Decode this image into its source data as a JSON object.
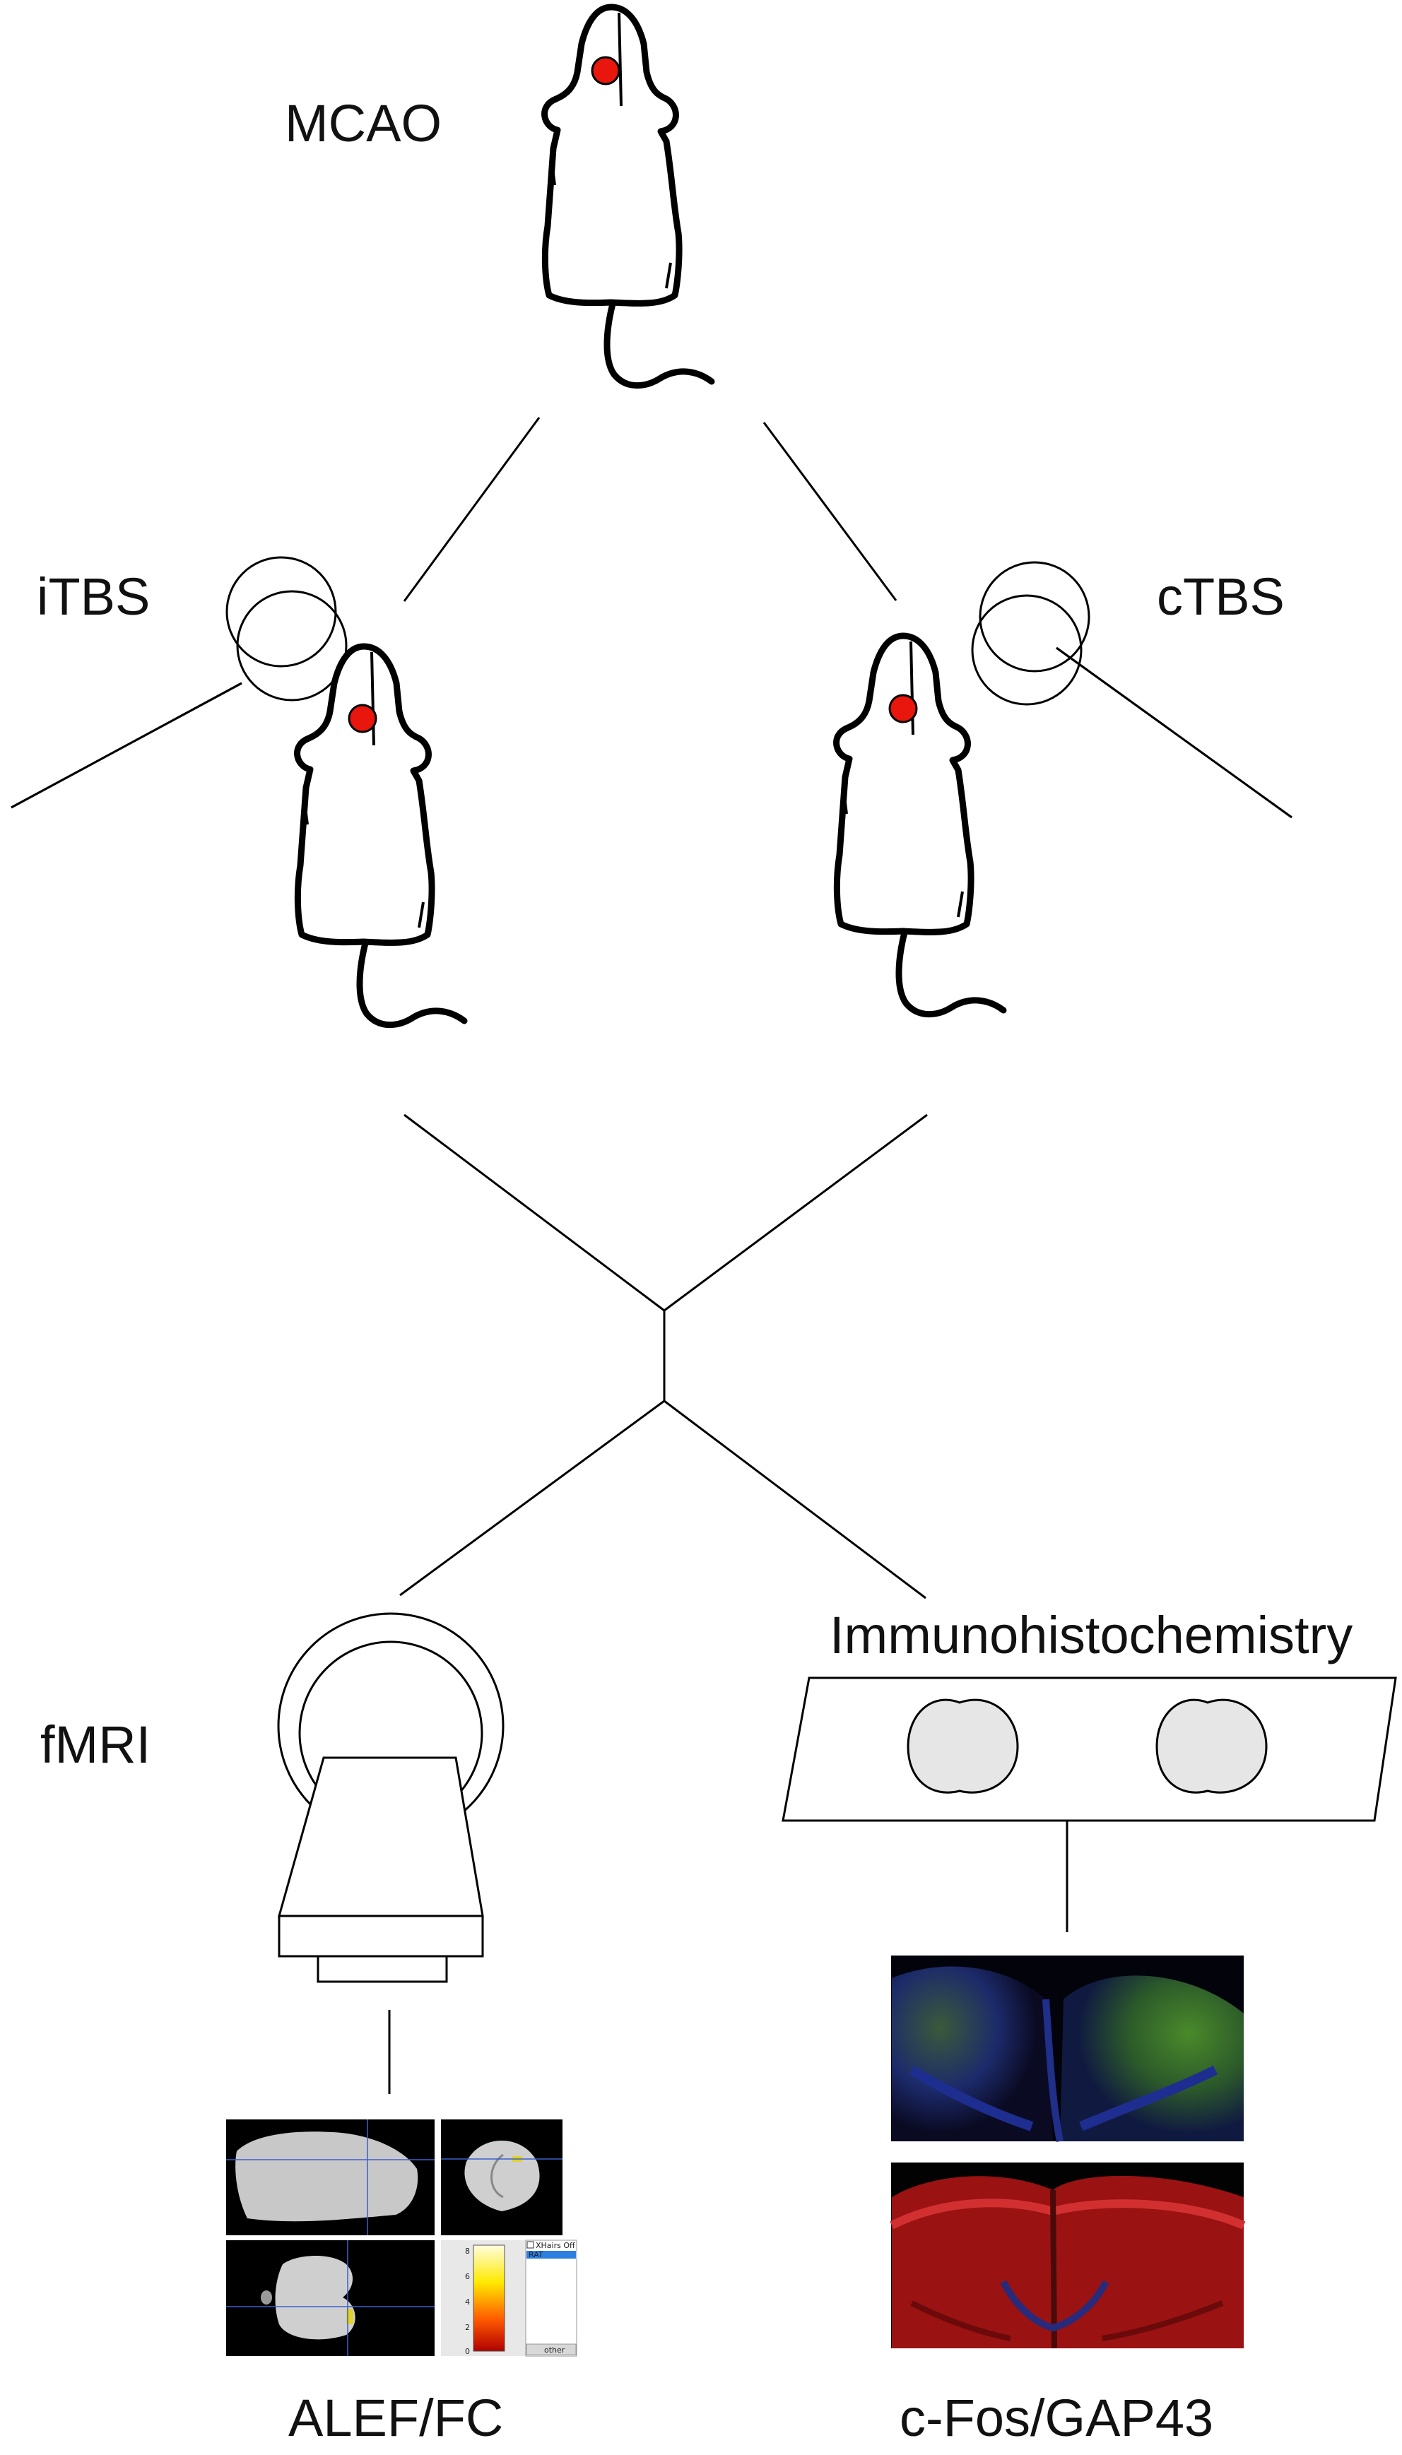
{
  "labels": {
    "mcao": "MCAO",
    "itbs": "iTBS",
    "ctbs": "cTBS",
    "fmri": "fMRI",
    "immuno": "Immunohistochemistry",
    "alef": "ALEF/FC",
    "cfos": "c-Fos/GAP43"
  },
  "fmri_screenshot": {
    "checkbox_label": "XHairs Off",
    "list_item": "RAT",
    "button_label": "other",
    "colorbar_ticks": [
      "8",
      "6",
      "4",
      "2",
      "0"
    ]
  },
  "colors": {
    "lesion_dot": "#e8160c",
    "coil_handle": "#3c9fe8",
    "brain_section": "#e6e6e6",
    "stain_green_blue_bg": "#0a0a22",
    "stain_red": "#b01414"
  },
  "icons": [
    "mouse-icon",
    "tms-coil-icon",
    "mri-scanner-icon",
    "brain-slice-icon"
  ]
}
